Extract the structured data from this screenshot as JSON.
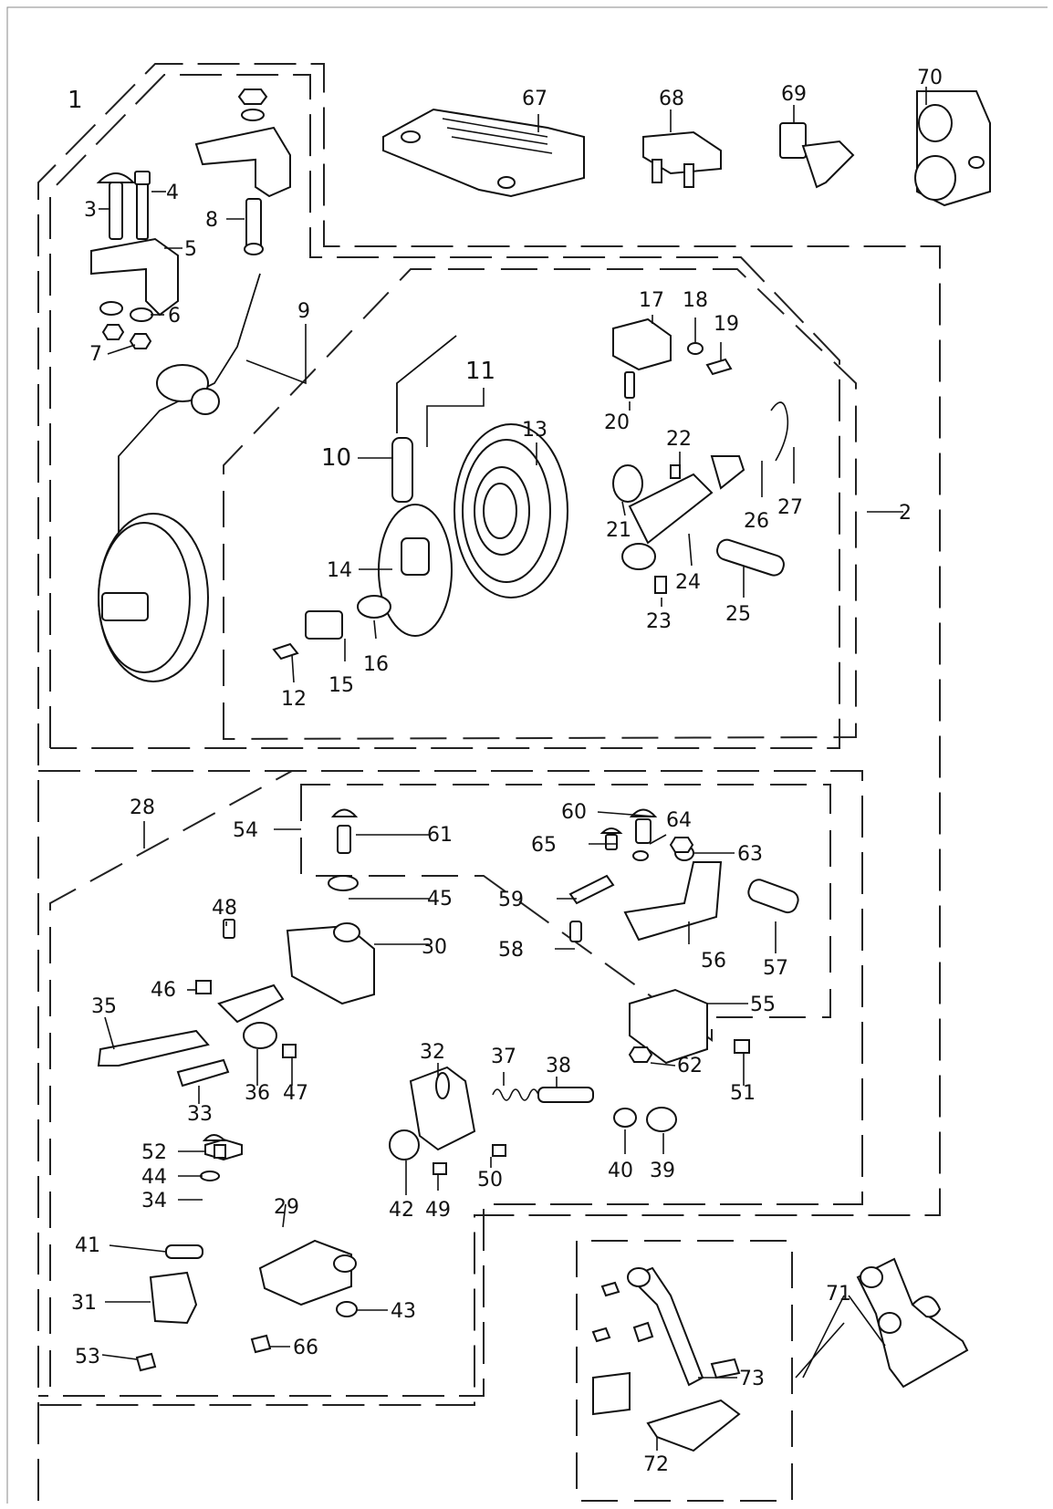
{
  "figure": {
    "assembly_label": "1",
    "callouts": [
      "2",
      "3",
      "4",
      "5",
      "6",
      "7",
      "8",
      "9",
      "10",
      "11",
      "12",
      "13",
      "14",
      "15",
      "16",
      "17",
      "18",
      "19",
      "20",
      "21",
      "22",
      "23",
      "24",
      "25",
      "26",
      "27",
      "28",
      "29",
      "30",
      "31",
      "32",
      "33",
      "34",
      "35",
      "36",
      "37",
      "38",
      "39",
      "40",
      "41",
      "42",
      "43",
      "44",
      "45",
      "46",
      "47",
      "48",
      "49",
      "50",
      "51",
      "52",
      "53",
      "54",
      "55",
      "56",
      "57",
      "58",
      "59",
      "60",
      "61",
      "62",
      "63",
      "64",
      "65",
      "66",
      "67",
      "68",
      "69",
      "70",
      "71",
      "72",
      "73"
    ]
  }
}
